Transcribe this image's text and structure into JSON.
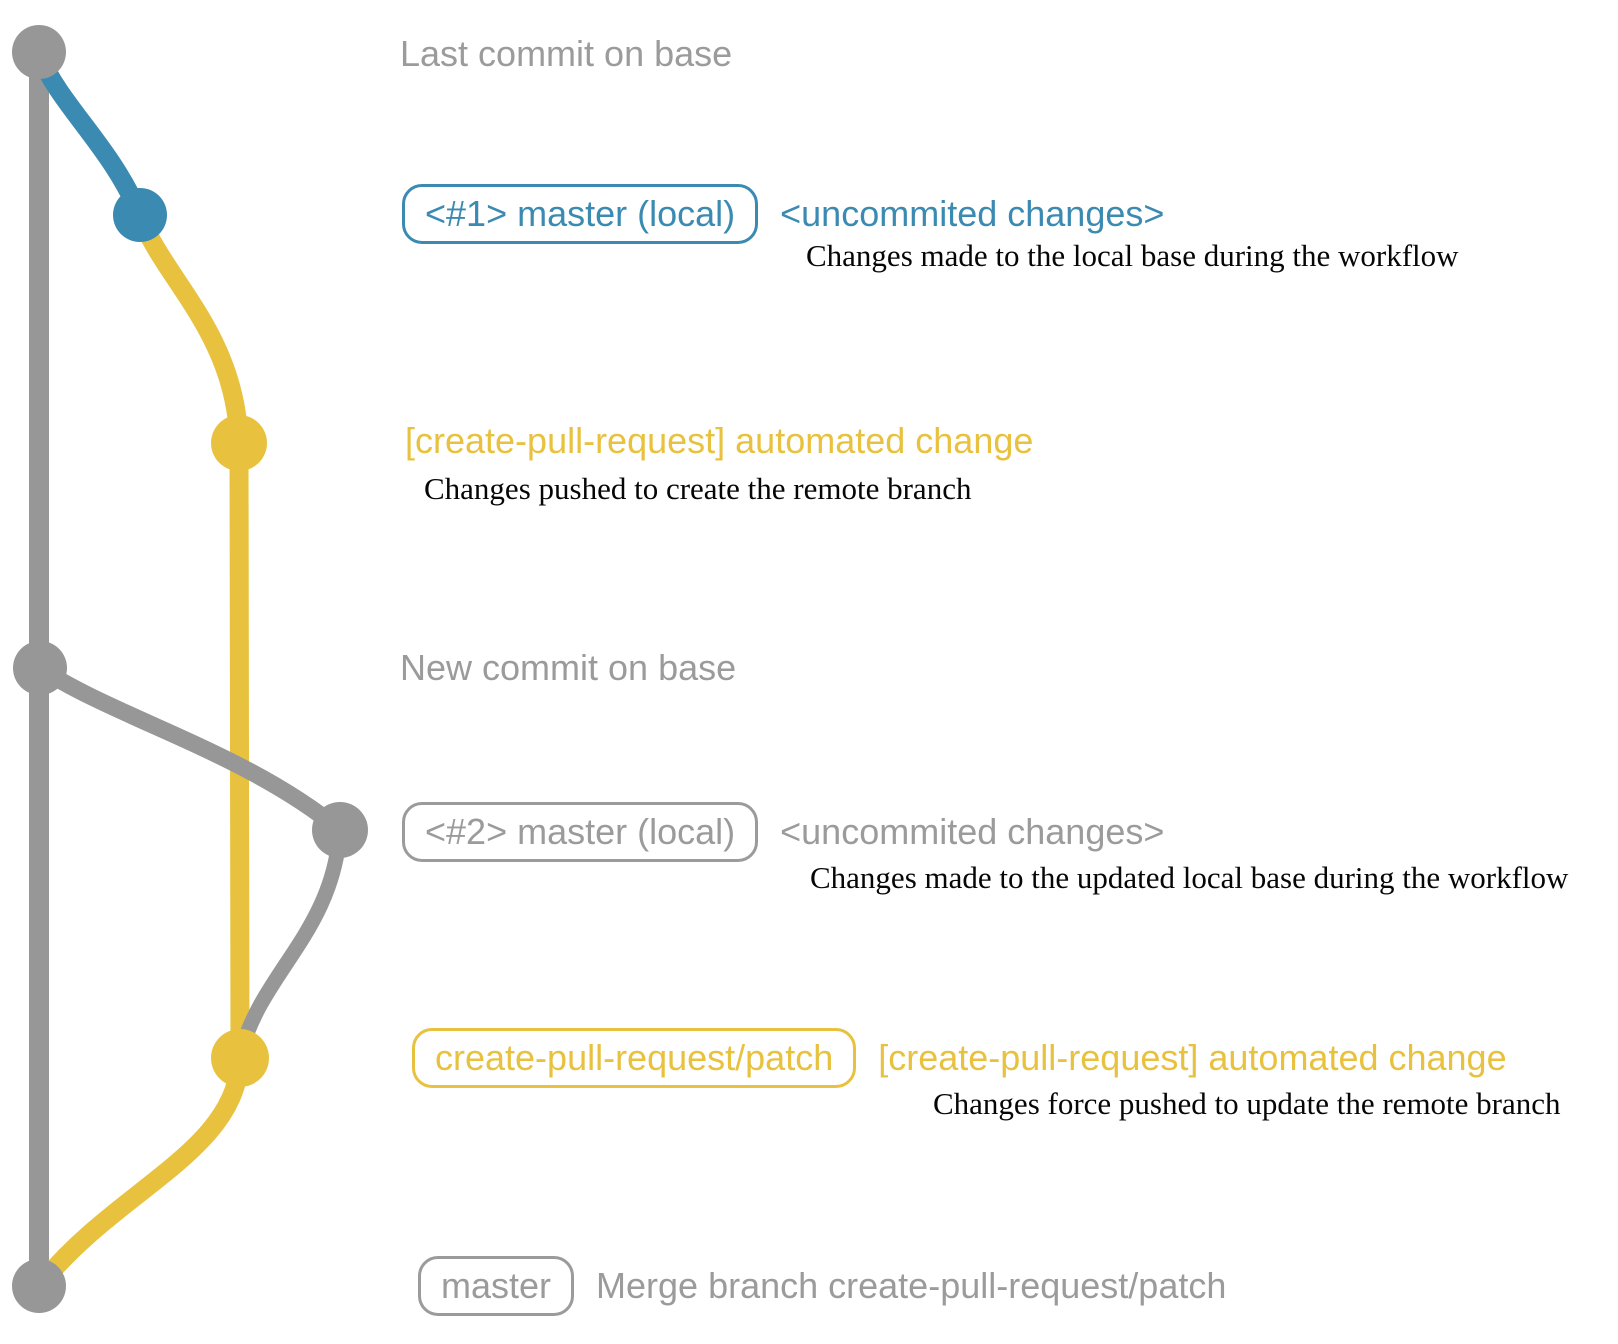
{
  "colors": {
    "base_branch_gray": "#979797",
    "local_master_blue": "#3b8ab2",
    "patch_branch_yellow": "#e8c23f",
    "annotation_black": "#060606",
    "background": "#ffffff"
  },
  "graph": {
    "type": "git-commit-graph",
    "node_colors_top_to_bottom": [
      "gray",
      "blue",
      "yellow",
      "gray",
      "gray",
      "yellow",
      "gray"
    ],
    "edge_colors": [
      "gray-vertical",
      "blue-curve",
      "yellow-curve",
      "yellow-vertical",
      "gray-curve",
      "gray-curve",
      "yellow-curve"
    ]
  },
  "labels": {
    "last_commit": "Last commit on base",
    "new_commit": "New commit on base"
  },
  "rows": {
    "master_local_1": {
      "tag": "<#1> master (local)",
      "message": "<uncommited changes>",
      "annotation": "Changes made to the local base during the workflow"
    },
    "automated_change_1": {
      "message": "[create-pull-request] automated change",
      "annotation": "Changes pushed to create the remote branch"
    },
    "master_local_2": {
      "tag": "<#2> master (local)",
      "message": "<uncommited changes>",
      "annotation": "Changes made to the updated local base during the workflow"
    },
    "automated_change_2": {
      "tag": "create-pull-request/patch",
      "message": "[create-pull-request] automated change",
      "annotation": "Changes force pushed to update the remote branch"
    },
    "merge": {
      "tag": "master",
      "message": "Merge branch create-pull-request/patch"
    }
  }
}
